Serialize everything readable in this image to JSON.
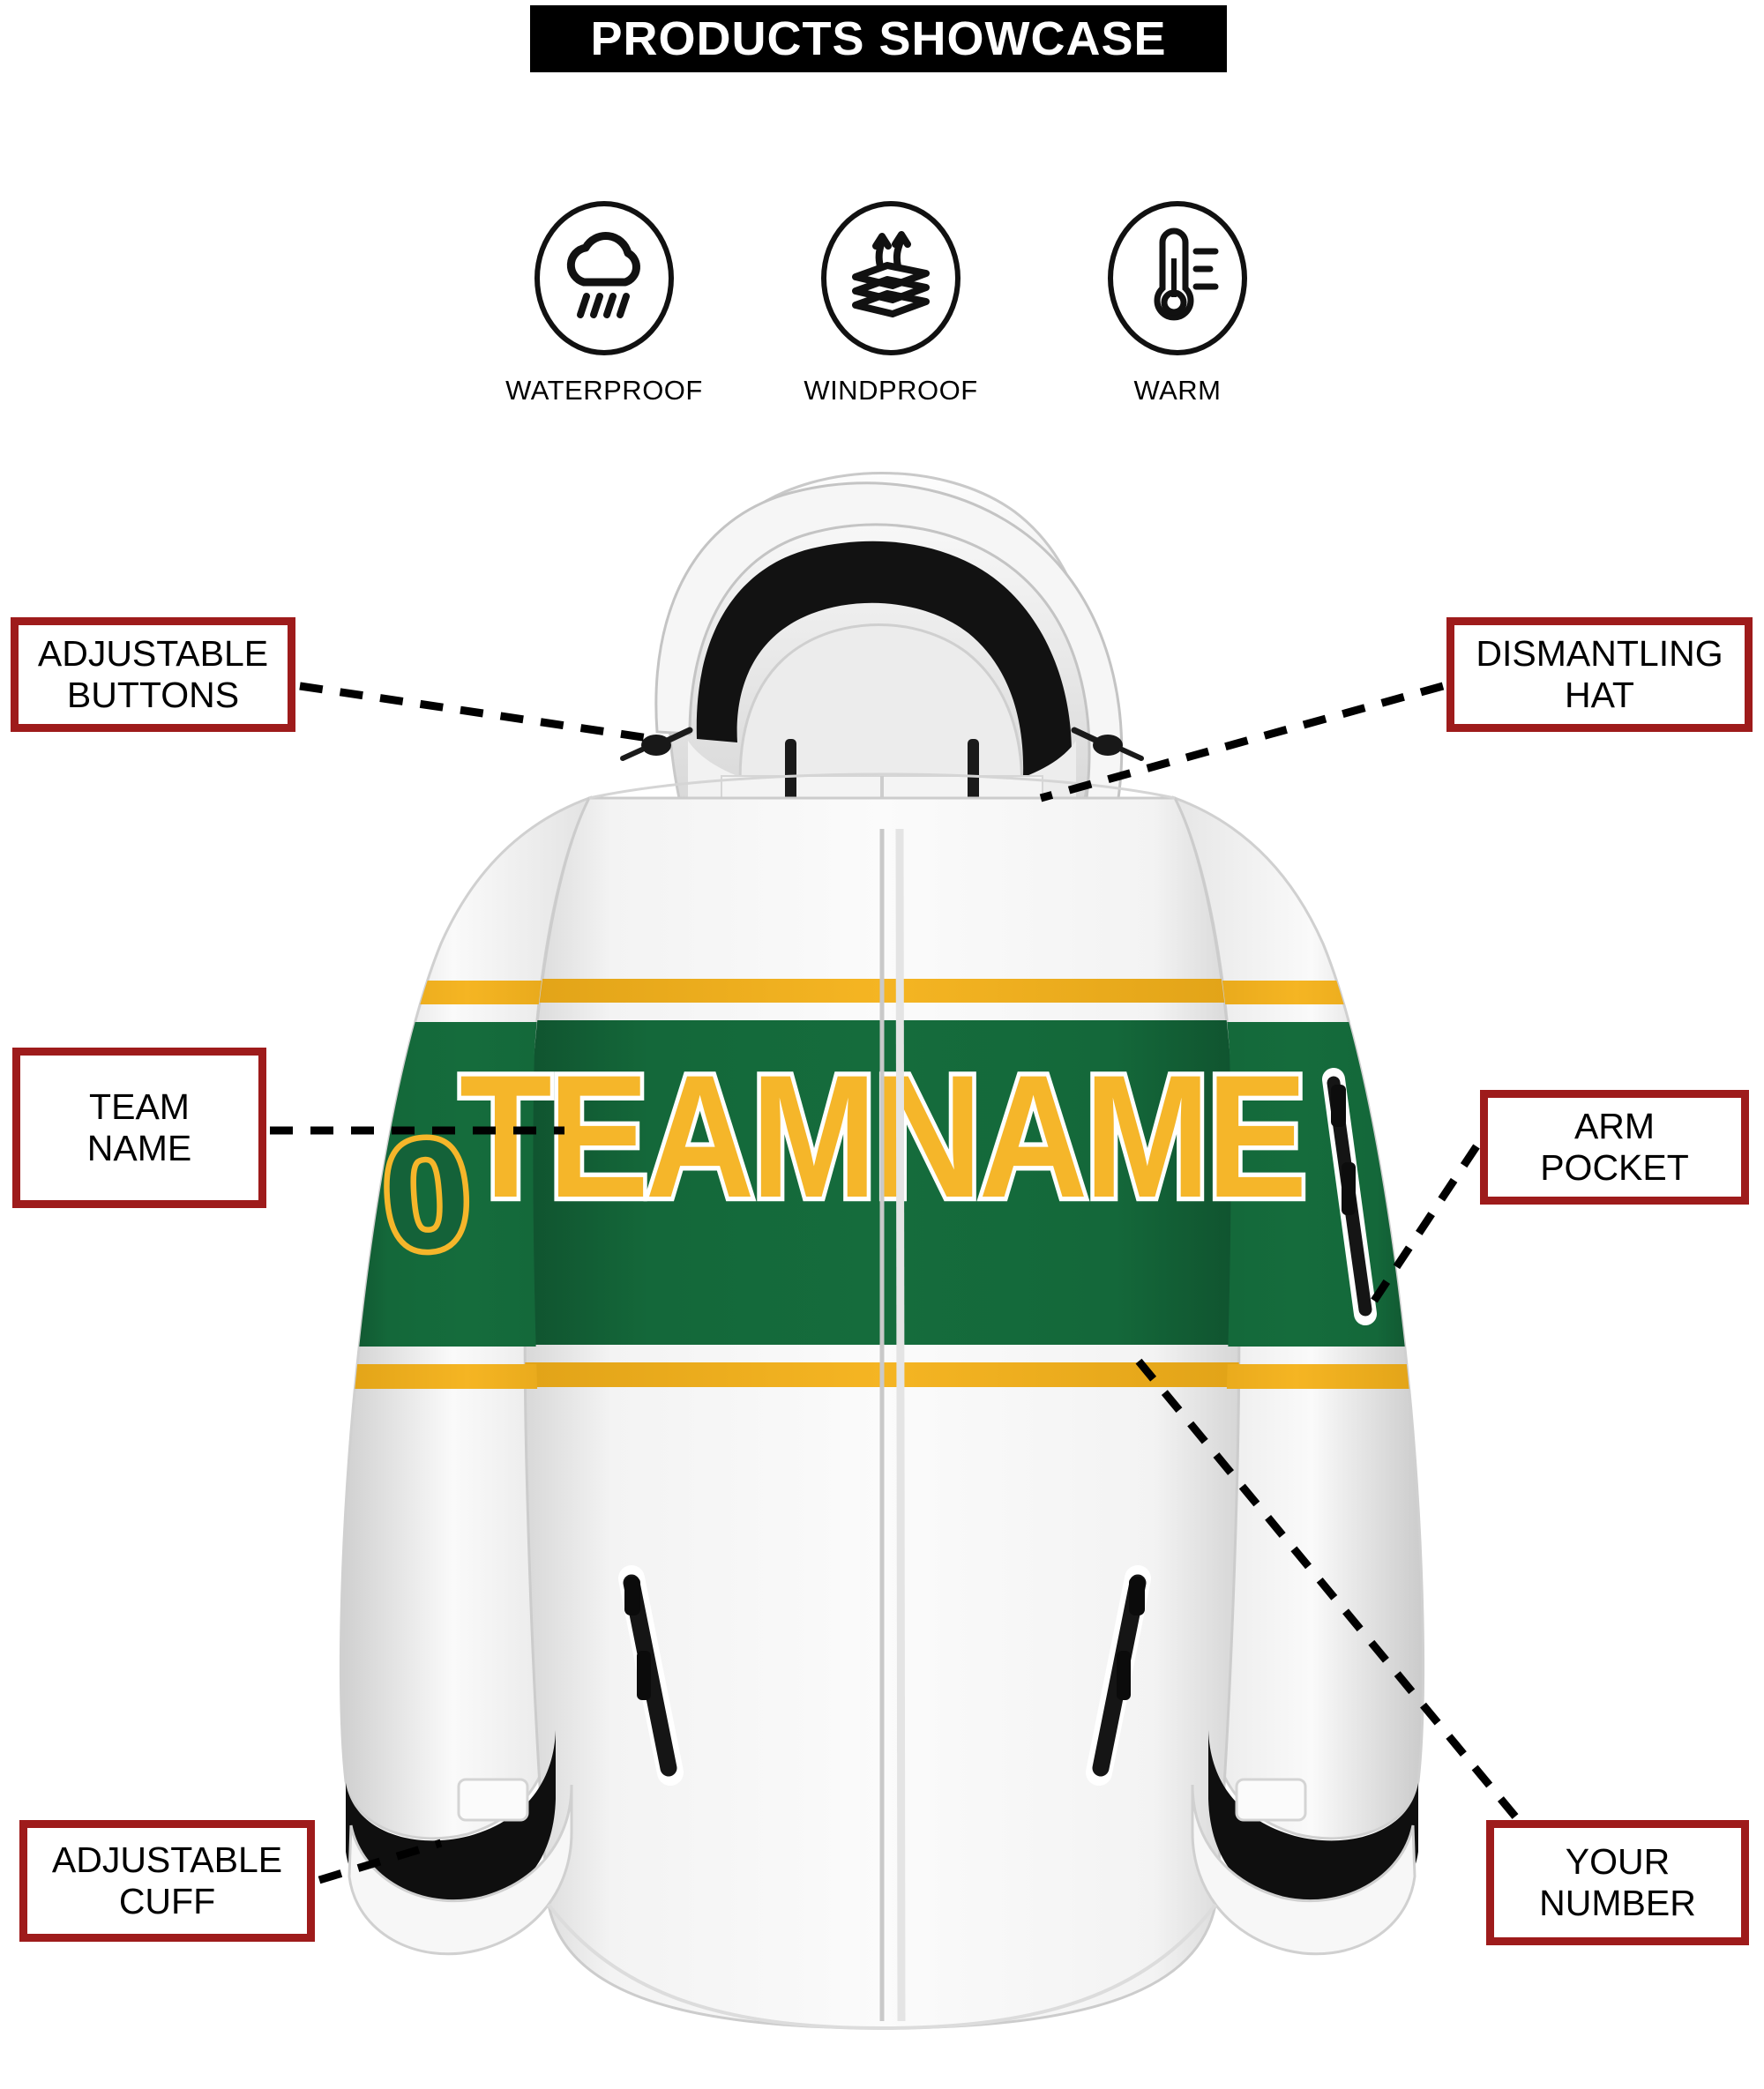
{
  "header": {
    "title": "PRODUCTS SHOWCASE",
    "banner_bg": "#000000",
    "banner_text_color": "#ffffff"
  },
  "features": [
    {
      "label": "WATERPROOF",
      "icon": "cloud-rain-icon"
    },
    {
      "label": "WINDPROOF",
      "icon": "fabric-layers-arrows-icon"
    },
    {
      "label": "WARM",
      "icon": "thermometer-icon"
    }
  ],
  "callouts": [
    {
      "id": "buttons",
      "line1": "ADJUSTABLE",
      "line2": "BUTTONS"
    },
    {
      "id": "hat",
      "line1": "DISMANTLING",
      "line2": "HAT"
    },
    {
      "id": "team",
      "line1": "TEAM",
      "line2": "NAME"
    },
    {
      "id": "arm",
      "line1": "ARM",
      "line2": "POCKET"
    },
    {
      "id": "cuff",
      "line1": "ADJUSTABLE",
      "line2": "CUFF"
    },
    {
      "id": "number",
      "line1": "YOUR",
      "line2": "NUMBER"
    }
  ],
  "product": {
    "team_name_text": "TEAMNAME",
    "number_text": "0",
    "colors": {
      "body_white": "#f2f2f2",
      "panel_green": "#136137",
      "stripe_gold": "#f2b01f",
      "text_gold": "#f5b62a",
      "text_outline_white": "#ffffff",
      "trim_black": "#111111",
      "callout_border_red": "#9e1b1b"
    }
  }
}
